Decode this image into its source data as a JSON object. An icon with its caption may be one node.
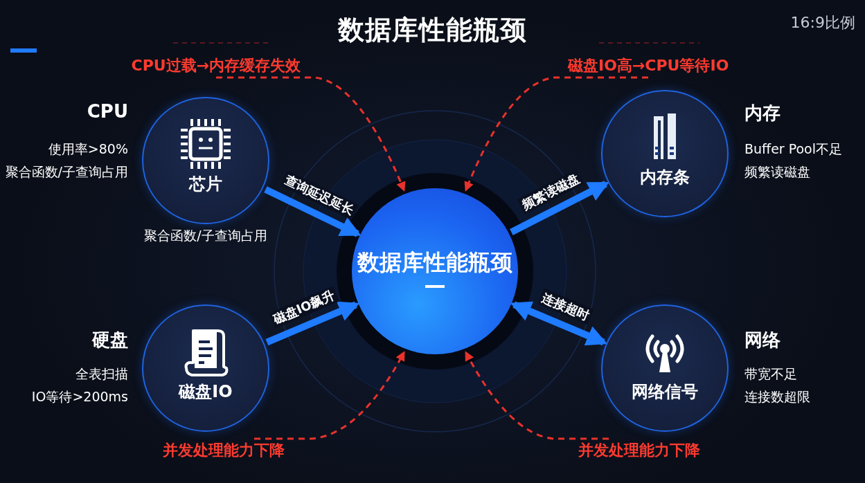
{
  "diagram": {
    "title": "数据库性能瓶颈",
    "nodes": [
      {
        "text": [
          "数据库性能瓶颈"
        ]
      },
      {
        "text": [
          "芯片"
        ],
        "beside": [
          "CPU",
          "使用率>80%",
          "聚合函数/子查询占用",
          "聚合函数/子查询占用"
        ]
      },
      {
        "text": [
          "内存条"
        ],
        "beside": [
          "内存",
          "Buffer Pool不足",
          "频繁读磁盘"
        ]
      },
      {
        "text": [
          "磁盘IO"
        ],
        "beside": [
          "硬盘",
          "全表扫描",
          "IO等待>200ms"
        ]
      },
      {
        "text": [
          "网络信号"
        ],
        "beside": [
          "网络",
          "带宽不足",
          "连接数超限"
        ]
      },
      {
        "text": [
          "CPU过载→内存缓存失效"
        ]
      },
      {
        "text": [
          "磁盘IO高→CPU等待IO"
        ]
      },
      {
        "text": [
          "并发处理能力下降"
        ]
      },
      {
        "text": [
          "并发处理能力下降"
        ]
      }
    ],
    "edges": [
      {
        "from": 1,
        "to": 0,
        "arrow": "to",
        "label": "查询延迟延长",
        "style": "thick"
      },
      {
        "from": 0,
        "to": 2,
        "arrow": "to",
        "label": "频繁读磁盘",
        "style": "thick"
      },
      {
        "from": 3,
        "to": 0,
        "arrow": "to",
        "label": "磁盘IO飙升",
        "style": "thick"
      },
      {
        "from": 0,
        "to": 4,
        "arrow": "both",
        "label": "连接超时",
        "style": "thick"
      },
      {
        "from": 5,
        "to": 0,
        "arrow": "to",
        "style": "dashed",
        "color": "#e8322b"
      },
      {
        "from": 6,
        "to": 0,
        "arrow": "to",
        "style": "dashed",
        "color": "#e8322b"
      },
      {
        "from": 7,
        "to": 0,
        "arrow": "to",
        "style": "dashed",
        "color": "#e8322b"
      },
      {
        "from": 8,
        "to": 0,
        "arrow": "to",
        "style": "dashed",
        "color": "#e8322b"
      }
    ],
    "labels": [
      "16:9比例"
    ]
  }
}
